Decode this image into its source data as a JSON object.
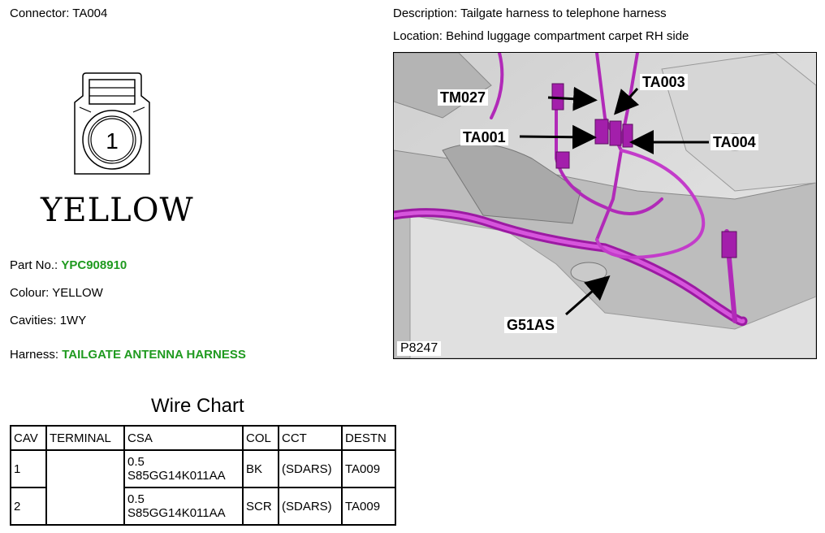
{
  "connector": {
    "label": "Connector:",
    "value": "TA004"
  },
  "description": {
    "label": "Description:",
    "value": "Tailgate harness to telephone harness"
  },
  "location": {
    "label": "Location:",
    "value": "Behind luggage compartment carpet RH side"
  },
  "diagram": {
    "pin_number": "1",
    "colour_text": "YELLOW"
  },
  "part_no": {
    "label": "Part No.:",
    "value": "YPC908910"
  },
  "colour": {
    "label": "Colour:",
    "value": "YELLOW"
  },
  "cavities": {
    "label": "Cavities:",
    "value": "1WY"
  },
  "harness": {
    "label": "Harness:",
    "value": "TAILGATE ANTENNA HARNESS"
  },
  "wire_chart": {
    "title": "Wire Chart",
    "headers": [
      "CAV",
      "TERMINAL",
      "CSA",
      "COL",
      "CCT",
      "DESTN"
    ],
    "rows": [
      {
        "cav": "1",
        "terminal": "",
        "csa_size": "0.5",
        "csa_code": "S85GG14K011AA",
        "col": "BK",
        "cct": "(SDARS)",
        "destn": "TA009"
      },
      {
        "cav": "2",
        "terminal": "",
        "csa_size": "0.5",
        "csa_code": "S85GG14K011AA",
        "col": "SCR",
        "cct": "(SDARS)",
        "destn": "TA009"
      }
    ]
  },
  "photo": {
    "callouts": {
      "ta003": "TA003",
      "tm027": "TM027",
      "ta001": "TA001",
      "ta004": "TA004",
      "g51as": "G51AS"
    },
    "code": "P8247",
    "harness_color": "#c020c8"
  },
  "colors": {
    "accent_green": "#1f9a1f"
  }
}
